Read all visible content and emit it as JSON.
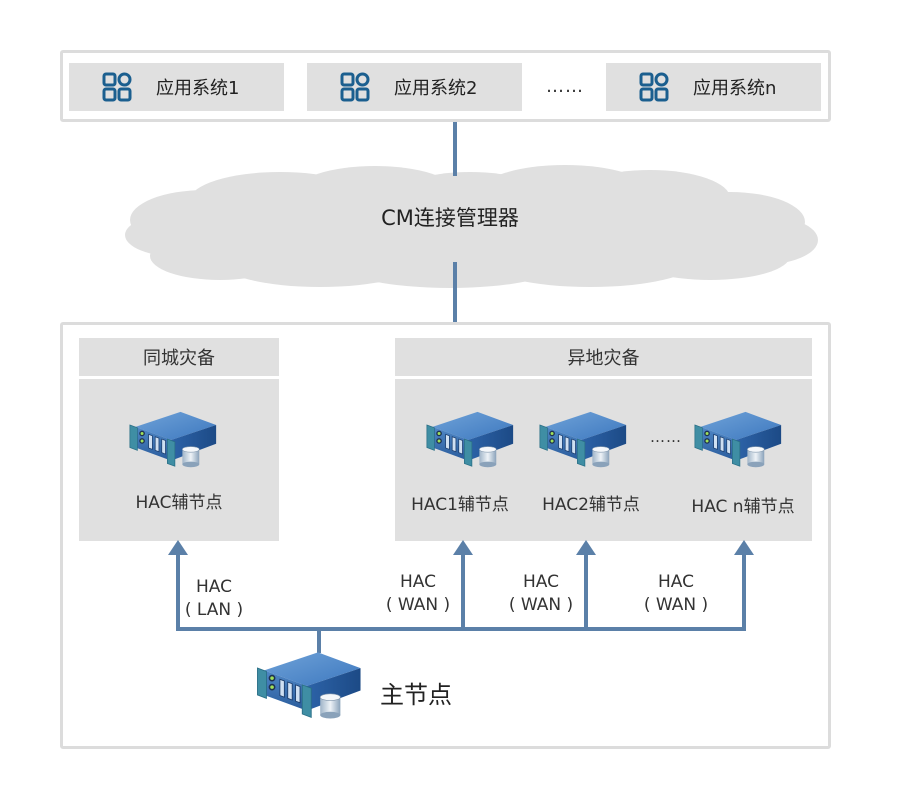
{
  "app_systems": {
    "items": [
      {
        "label": "应用系统1",
        "icon": "apps-grid-icon"
      },
      {
        "label": "应用系统2",
        "icon": "apps-grid-icon"
      },
      {
        "label": "应用系统n",
        "icon": "apps-grid-icon"
      }
    ],
    "ellipsis": "……"
  },
  "connection_manager": {
    "label": "CM连接管理器",
    "icon": "cloud-icon"
  },
  "disaster_recovery": {
    "same_city": {
      "title": "同城灾备",
      "nodes": [
        {
          "label": "HAC辅节点",
          "icon": "server-icon"
        }
      ]
    },
    "remote": {
      "title": "异地灾备",
      "nodes": [
        {
          "label": "HAC1辅节点",
          "icon": "server-icon"
        },
        {
          "label": "HAC2辅节点",
          "icon": "server-icon"
        },
        {
          "label": "HAC n辅节点",
          "icon": "server-icon"
        }
      ],
      "ellipsis": "……"
    }
  },
  "links": [
    {
      "line1": "HAC",
      "line2": "( LAN )"
    },
    {
      "line1": "HAC",
      "line2": "( WAN )"
    },
    {
      "line1": "HAC",
      "line2": "( WAN )"
    },
    {
      "line1": "HAC",
      "line2": "( WAN )"
    }
  ],
  "primary_node": {
    "label": "主节点",
    "icon": "server-icon"
  },
  "colors": {
    "connector": "#5b80a8",
    "panel_grey": "#e0e0e0",
    "icon_blue": "#1b5f8f",
    "frame_border": "#dcdcdc"
  }
}
